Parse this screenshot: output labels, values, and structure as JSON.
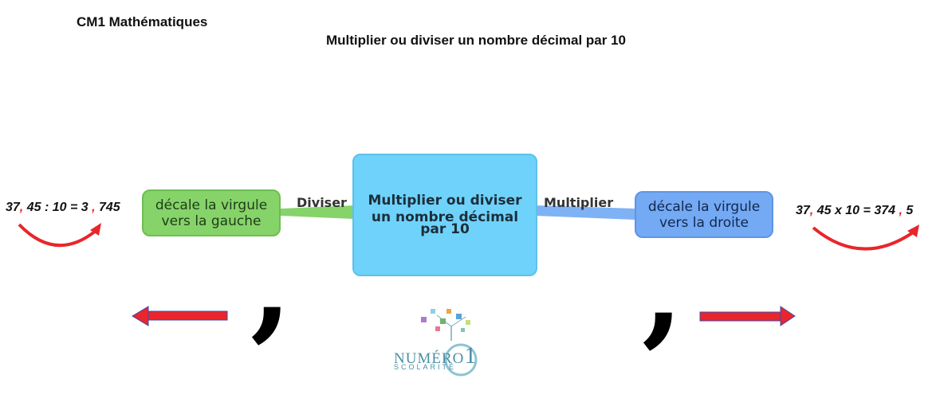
{
  "header": {
    "course_label": "CM1 Mathématiques",
    "title": "Multiplier ou diviser un nombre décimal par 10"
  },
  "center_node": {
    "line1": "Multiplier ou diviser",
    "line2": "un nombre décimal",
    "line3": "par 10",
    "color": "#6fd2fb"
  },
  "left_branch": {
    "edge_label": "Diviser",
    "node_line1": "décale la virgule",
    "node_line2": "vers la gauche",
    "color": "#86d36a",
    "example": {
      "before_comma": "37",
      "comma1": ",",
      "mid": " 45 : 10 = 3 ",
      "comma2": ",",
      "after": " 745"
    }
  },
  "right_branch": {
    "edge_label": "Multiplier",
    "node_line1": "décale la virgule",
    "node_line2": "vers la droite",
    "color": "#74a9f4",
    "example": {
      "before_comma": "37",
      "comma1": ",",
      "mid": " 45 x 10 = 374 ",
      "comma2": ",",
      "after": " 5"
    }
  },
  "comma_symbol": ",",
  "logo": {
    "name": "NUMÉRO",
    "digit": "1",
    "subtitle": "SCOLARITÉ"
  },
  "arrow_color": "#e8262b"
}
